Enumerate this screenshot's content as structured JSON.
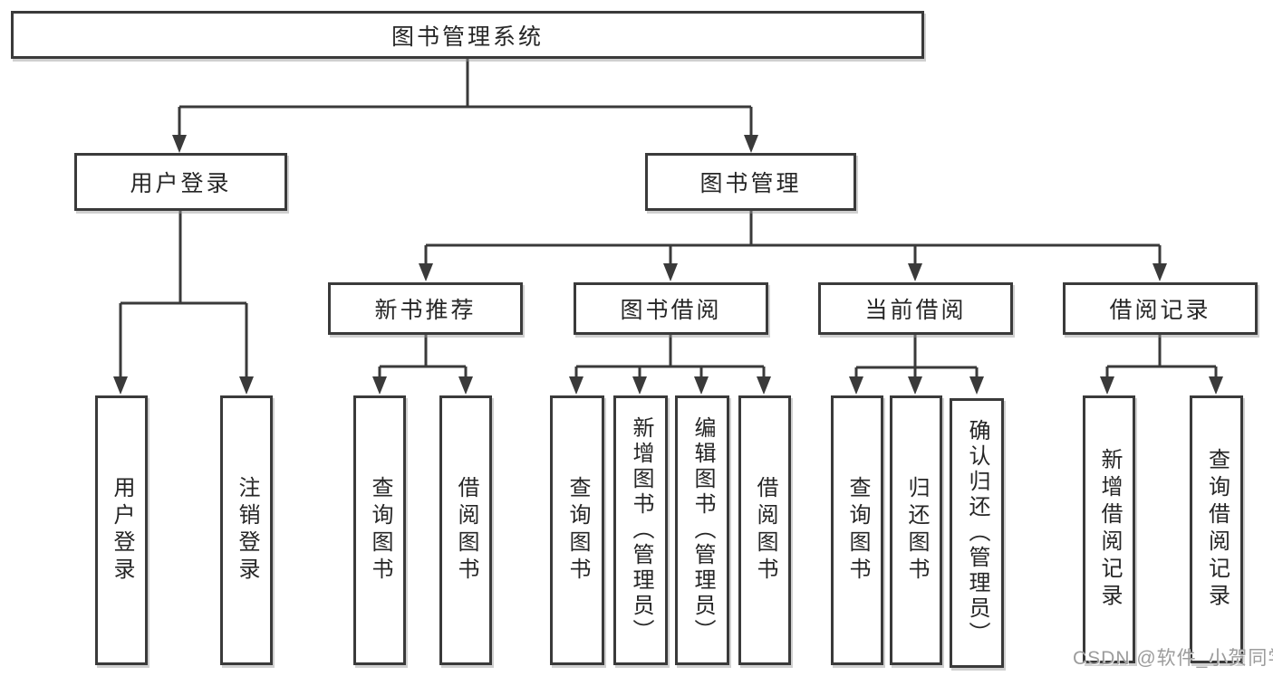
{
  "diagram": {
    "title": "图书管理系统",
    "tree": {
      "label": "图书管理系统",
      "children": [
        {
          "label": "用户登录",
          "children": [
            {
              "label": "用户登录"
            },
            {
              "label": "注销登录"
            }
          ]
        },
        {
          "label": "图书管理",
          "children": [
            {
              "label": "新书推荐",
              "children": [
                {
                  "label": "查询图书"
                },
                {
                  "label": "借阅图书"
                }
              ]
            },
            {
              "label": "图书借阅",
              "children": [
                {
                  "label": "查询图书"
                },
                {
                  "label": "新增图书（管理员）"
                },
                {
                  "label": "编辑图书（管理员）"
                },
                {
                  "label": "借阅图书"
                }
              ]
            },
            {
              "label": "当前借阅",
              "children": [
                {
                  "label": "查询图书"
                },
                {
                  "label": "归还图书"
                },
                {
                  "label": "确认归还（管理员）"
                }
              ]
            },
            {
              "label": "借阅记录",
              "children": [
                {
                  "label": "新增借阅记录"
                },
                {
                  "label": "查询借阅记录"
                }
              ]
            }
          ]
        }
      ]
    },
    "colors": {
      "box_border": "#3a3a3a",
      "connector_line": "#3a3a3a",
      "text": "#262626",
      "background": "#ffffff",
      "watermark": "#9c9c9c"
    }
  },
  "watermark": "CSDN @软件_小贺同学"
}
